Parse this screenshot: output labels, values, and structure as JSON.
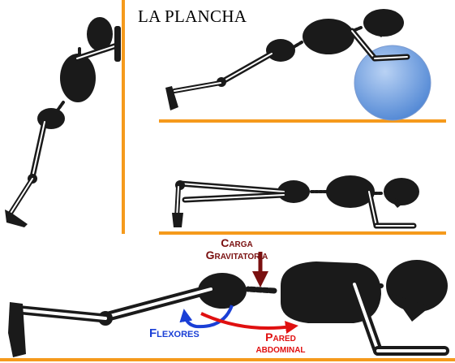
{
  "diagram": {
    "title": "LA PLANCHA",
    "labels": {
      "load_line1": "Carga",
      "load_line2": "Gravitatoria",
      "flexors": "Flexores",
      "abs_line1": "Pared",
      "abs_line2": "abdominal"
    },
    "colors": {
      "floor": "#f59a1c",
      "body": "#1a1a1a",
      "load_arrow": "#7a1010",
      "flexors_arrow": "#1a3fd6",
      "abs_arrow": "#e01010",
      "ball": "#6b9ee0"
    }
  }
}
